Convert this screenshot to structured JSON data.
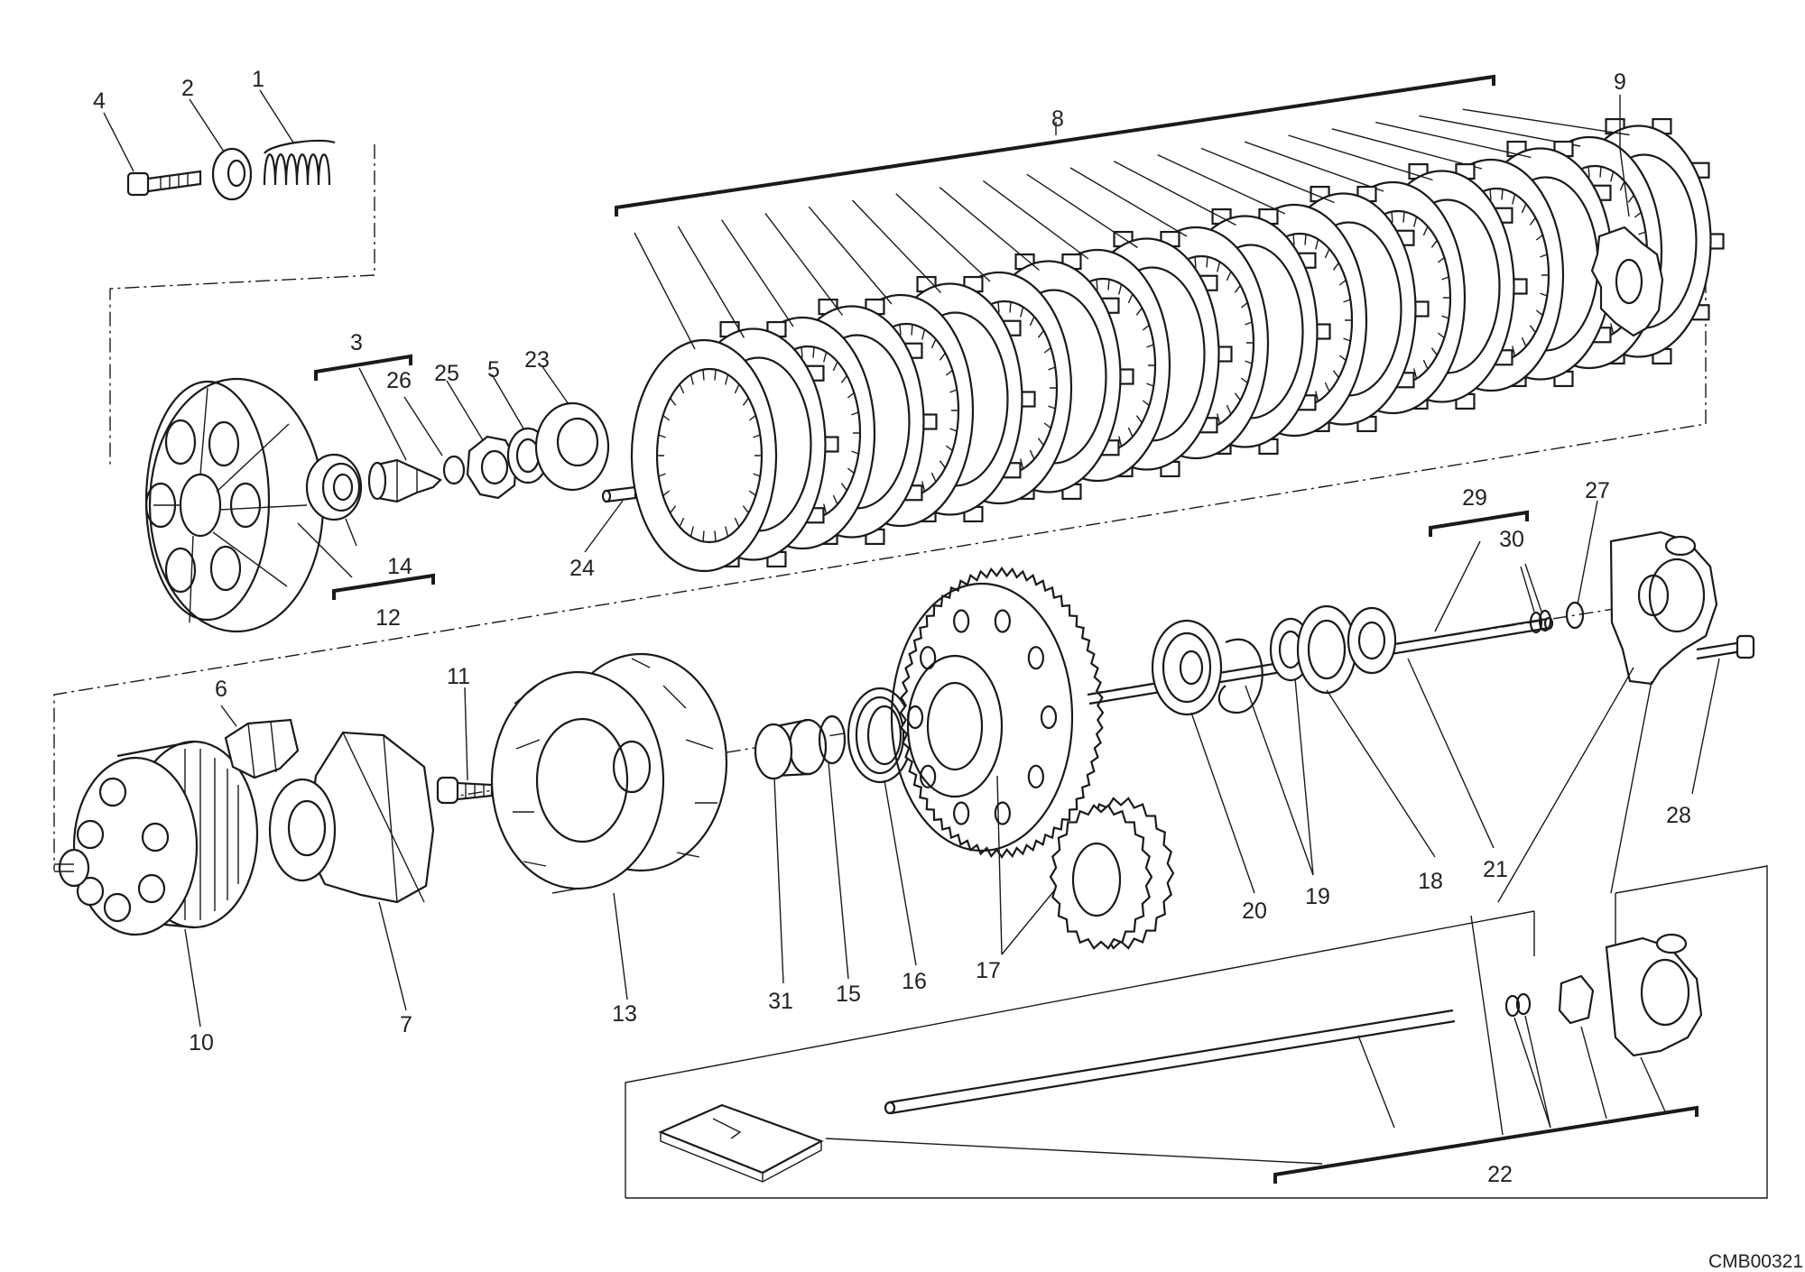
{
  "diagram": {
    "drawing_code": "CMB00321",
    "callouts": [
      "1",
      "2",
      "3",
      "4",
      "5",
      "6",
      "7",
      "8",
      "9",
      "10",
      "11",
      "12",
      "13",
      "14",
      "15",
      "16",
      "17",
      "18",
      "19",
      "20",
      "21",
      "22",
      "23",
      "24",
      "25",
      "26",
      "27",
      "28",
      "29",
      "30",
      "31"
    ]
  }
}
